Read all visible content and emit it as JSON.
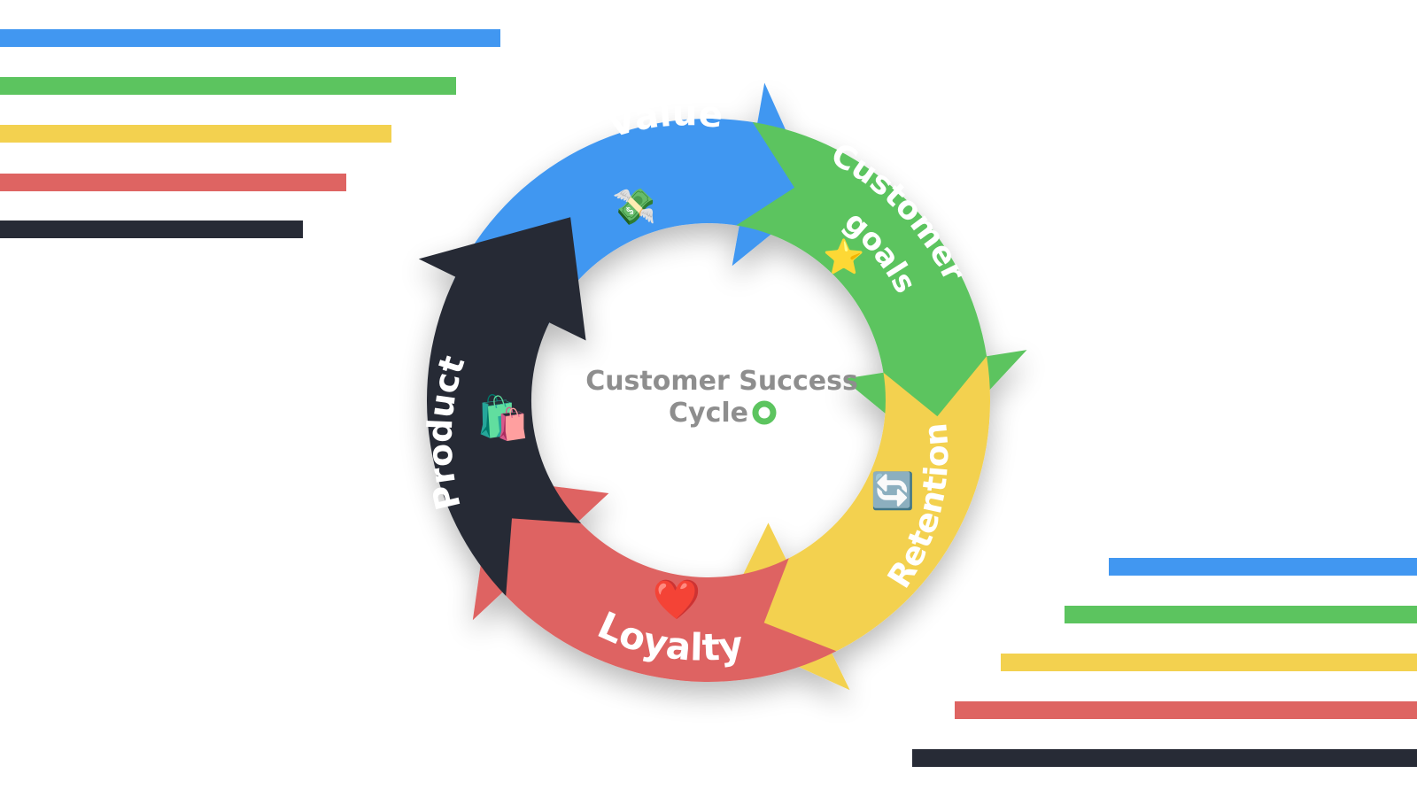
{
  "diagram": {
    "center_title_line1": "Customer Success",
    "center_title_line2": "Cycle",
    "segments": [
      {
        "label": "Value",
        "color": "#4197F1",
        "icon": "money-with-wings-icon",
        "glyph": "💸"
      },
      {
        "label_line1": "Customer",
        "label_line2": "goals",
        "color": "#5CC45F",
        "icon": "star-icon",
        "glyph": "⭐"
      },
      {
        "label": "Retention",
        "color": "#F3D14F",
        "icon": "repeat-icon",
        "glyph": "🔄"
      },
      {
        "label": "Loyalty",
        "color": "#DE6462",
        "icon": "heart-icon",
        "glyph": "❤️"
      },
      {
        "label": "Product",
        "color": "#272B36",
        "icon": "shopping-bags-icon",
        "glyph": "🛍️"
      }
    ],
    "center_ring_color": "#5CC45F"
  },
  "decor": {
    "bar_colors": [
      "#4197F1",
      "#5CC45F",
      "#F3D14F",
      "#DE6462",
      "#272B36"
    ]
  }
}
